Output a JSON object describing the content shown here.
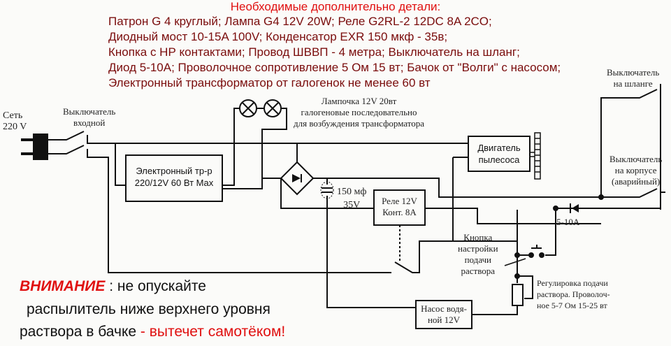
{
  "header": {
    "title": "Необходимые дополнительно детали:",
    "parts": [
      "Патрон G 4 круглый;  Лампа G4 12V 20W; Реле G2RL-2 12DC 8A 2CO;",
      "Диодный мост 10-15A 100V; Конденсатор EXR 150 мкф - 35в;",
      "Кнопка с НР контактами;  Провод ШВВП -  4 метра;  Выключатель на шланг;",
      "Диод 5-10A; Проволочное сопротивление 5 Ом 15 вт;  Бачок от \"Волги\" с насосом;",
      "Электронный трансформатор от галогенок не менее 60 вт"
    ]
  },
  "labels": {
    "mains": [
      "Сеть",
      "220 V"
    ],
    "input_switch": [
      "Выключатель",
      "входной"
    ],
    "lamps": [
      "Лампочка 12V 20вт",
      "галогеновые последовательно",
      "для возбуждения трансформатора"
    ],
    "transformer": [
      "Электронный тр-р",
      "220/12V  60 Вт Max"
    ],
    "capacitor": [
      "150 мф",
      "35V"
    ],
    "relay": [
      "Реле 12V",
      "Конт. 8A"
    ],
    "motor": [
      "Двигатель",
      "пылесоса"
    ],
    "hose_switch": [
      "Выключатель",
      "на шланге"
    ],
    "body_switch": [
      "Выключатель",
      "на корпусе",
      "(аварийный)"
    ],
    "diode": "5-10A",
    "button": [
      "Кнопка",
      "настройки",
      "подачи",
      "раствора"
    ],
    "rheostat": [
      "Регулировка подачи",
      "раствора. Проволоч-",
      "ное    5-7 Ом 15-25 вт"
    ],
    "pump": [
      "Насос водя-",
      "ной 12V"
    ]
  },
  "warning": {
    "title": "ВНИМАНИЕ",
    "line1": " : не опускайте",
    "line2": "распылитель  ниже верхнего уровня",
    "line3": "раствора в бачке ",
    "line3_red": "- вытечет самотёком!"
  },
  "colors": {
    "red": "#e01010",
    "dark_red": "#7a0c0c"
  }
}
